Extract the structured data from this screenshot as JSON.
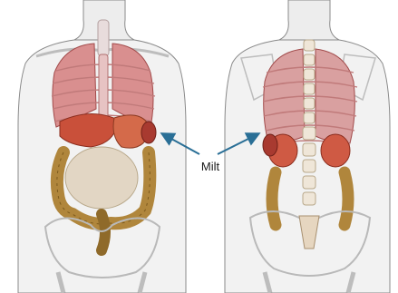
{
  "label": {
    "text": "Milt"
  },
  "colors": {
    "background": "#ffffff",
    "skin": "#ededed",
    "outline": "#8a8a8a",
    "bone": "#cfcfcf",
    "lung": "#d98f8f",
    "lung_shadow": "#b75a5a",
    "liver": "#c9503a",
    "stomach": "#d46a4a",
    "intestine": "#b0863c",
    "intestine_dark": "#7d5a1d",
    "arrow": "#2a6f96"
  },
  "figures": [
    {
      "name": "front-view",
      "icon": "torso-front-anatomy"
    },
    {
      "name": "back-view",
      "icon": "torso-back-anatomy"
    }
  ]
}
